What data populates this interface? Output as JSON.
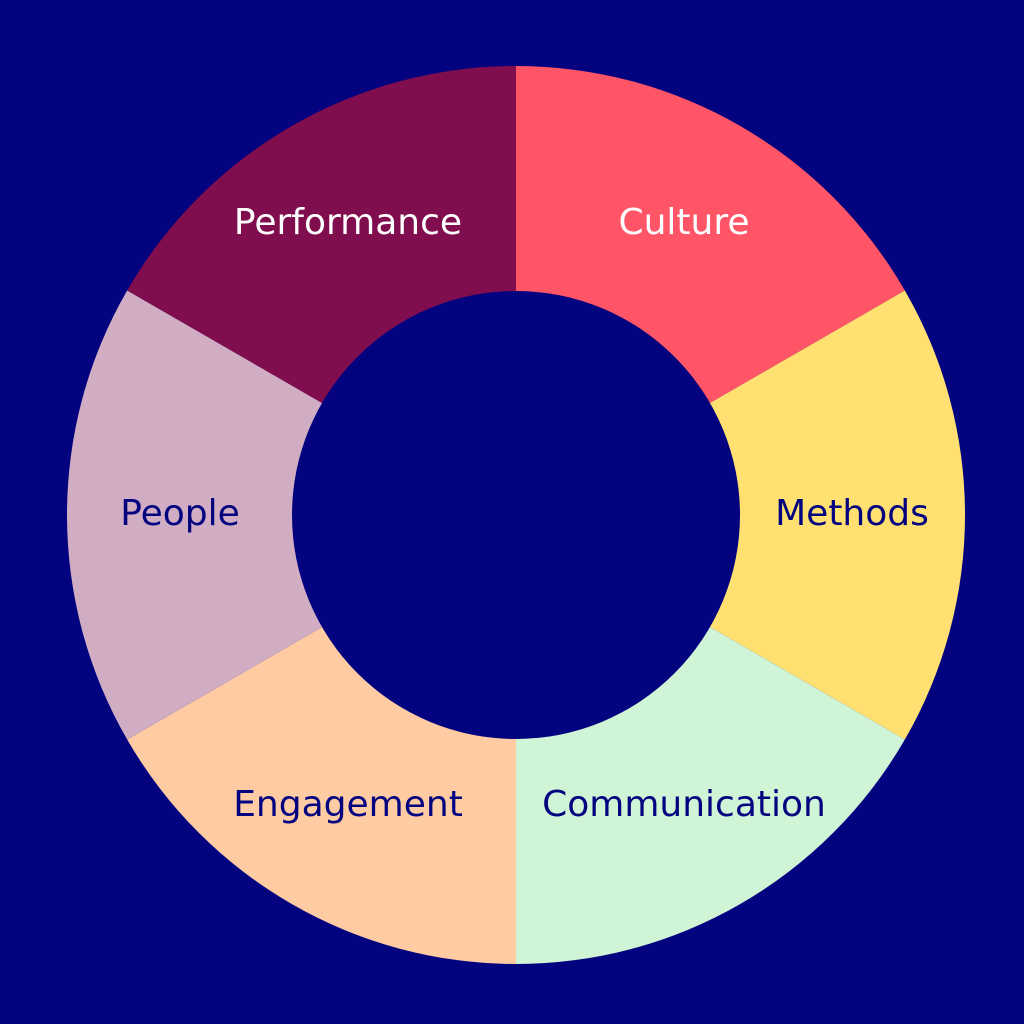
{
  "background_color": "#03037f",
  "hole_color": "#03037f",
  "segments": [
    {
      "label": "Culture",
      "color": "#ff5566",
      "text_color": "#ffffff"
    },
    {
      "label": "Methods",
      "color": "#ffe070",
      "text_color": "#03037f"
    },
    {
      "label": "Communication",
      "color": "#cff4d6",
      "text_color": "#03037f"
    },
    {
      "label": "Engagement",
      "color": "#ffcba3",
      "text_color": "#03037f"
    },
    {
      "label": "People",
      "color": "#d1adc3",
      "text_color": "#03037f"
    },
    {
      "label": "Performance",
      "color": "#800e4e",
      "text_color": "#ffffff"
    }
  ]
}
